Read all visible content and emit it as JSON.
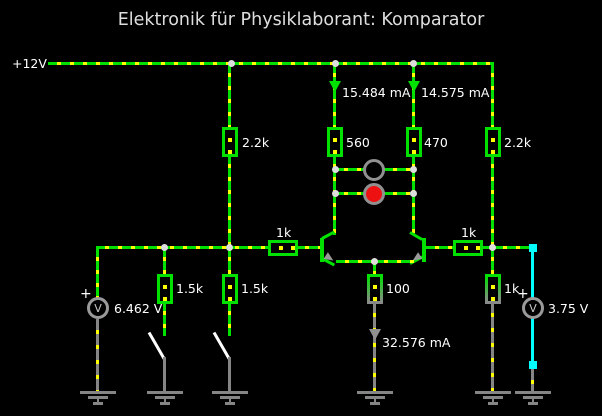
{
  "title": "Elektronik für Physiklaborant: Komparator",
  "rail": {
    "label": "+12V"
  },
  "currents": {
    "left": "15.484 mA",
    "right": "14.575 mA",
    "tail": "32.576 mA"
  },
  "resistors": {
    "collector_left_outer": "2.2k",
    "collector_left": "560",
    "collector_right": "470",
    "collector_right_outer": "2.2k",
    "base_left": "1k",
    "base_right": "1k",
    "divider_1": "1.5k",
    "divider_2": "1.5k",
    "emitter": "100",
    "pulldown_right": "1k"
  },
  "sources": {
    "plus_sign": "+",
    "symbol": "V",
    "left_value": "6.462 V",
    "right_value": "3.75 V"
  }
}
